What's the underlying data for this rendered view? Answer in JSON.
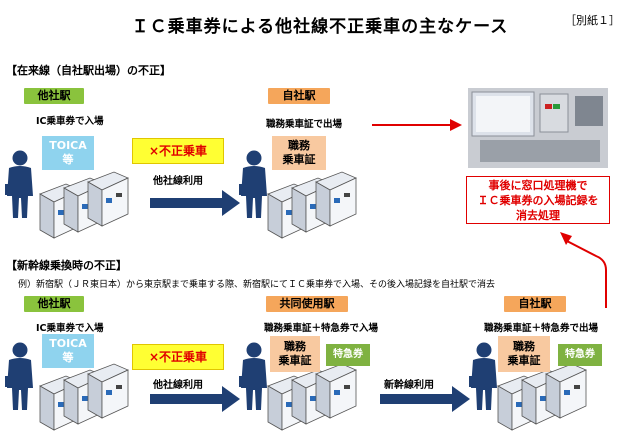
{
  "title": "ＩＣ乗車券による他社線不正乗車の主なケース",
  "appendix_label": "［別紙１］",
  "colors": {
    "red": "#e00000",
    "yellow": "#ffff33",
    "blue": "#1f3f73",
    "green_label": "#8ac33d",
    "orange_label": "#f5a65b"
  },
  "section1": {
    "heading": "【在来線（自社駅出場）の不正】",
    "entry_station": "他社駅",
    "entry_action": "IC乗車券で入場",
    "ic_card": [
      "TOICA",
      "等"
    ],
    "fraud_label": "×不正乗車",
    "route_label": "他社線利用",
    "exit_station": "自社駅",
    "exit_action": "職務乗車証で出場",
    "pass_card": [
      "職務",
      "乗車証"
    ],
    "callout": [
      "事後に窓口処理機で",
      "ＩＣ乗車券の入場記録を",
      "消去処理"
    ]
  },
  "section2": {
    "heading": "【新幹線乗換時の不正】",
    "example": "例）新宿駅（ＪＲ東日本）から東京駅まで乗車する際、新宿駅にてＩＣ乗車券で入場、その後入場記録を自社駅で消去",
    "entry_station": "他社駅",
    "entry_action": "IC乗車券で入場",
    "ic_card": [
      "TOICA",
      "等"
    ],
    "fraud_label": "×不正乗車",
    "route_label": "他社線利用",
    "shared_station": "共同使用駅",
    "shared_action": "職務乗車証＋特急券で入場",
    "pass_card": [
      "職務",
      "乗車証"
    ],
    "express_card": "特急券",
    "shinkansen_label": "新幹線利用",
    "exit_station": "自社駅",
    "exit_action": "職務乗車証＋特急券で出場",
    "exit_pass_card": [
      "職務",
      "乗車証"
    ],
    "exit_express_card": "特急券"
  }
}
